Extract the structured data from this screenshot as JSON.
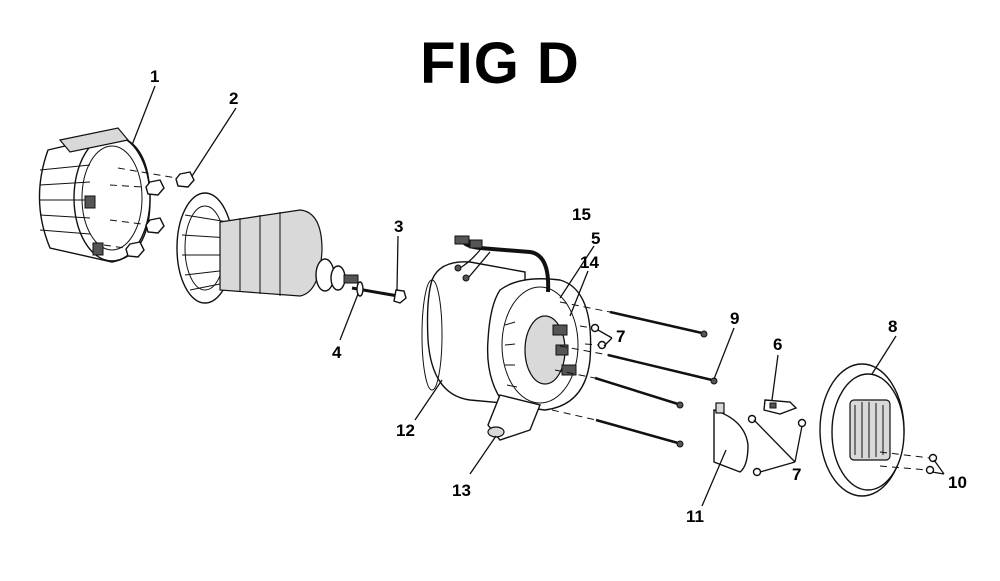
{
  "title": "FIG D",
  "callouts": {
    "c1": "1",
    "c2": "2",
    "c3": "3",
    "c4": "4",
    "c5": "5",
    "c6": "6",
    "c7a": "7",
    "c7b": "7",
    "c8": "8",
    "c9": "9",
    "c10": "10",
    "c11": "11",
    "c12": "12",
    "c13": "13",
    "c14": "14",
    "c15": "15"
  }
}
